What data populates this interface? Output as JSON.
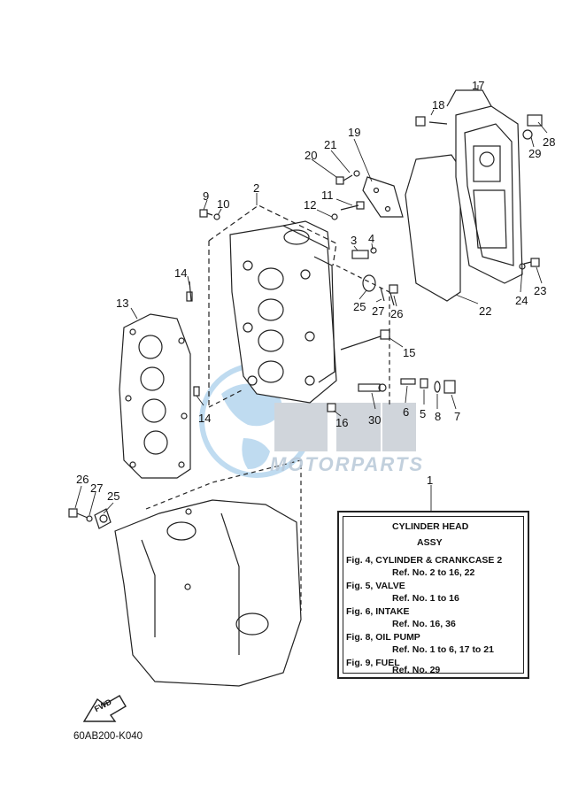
{
  "callouts": [
    "1",
    "2",
    "3",
    "4",
    "5",
    "6",
    "7",
    "8",
    "9",
    "10",
    "11",
    "12",
    "13",
    "14",
    "14",
    "15",
    "16",
    "17",
    "18",
    "19",
    "20",
    "21",
    "22",
    "23",
    "24",
    "25",
    "25",
    "26",
    "26",
    "27",
    "27",
    "28",
    "29",
    "30"
  ],
  "info_box": {
    "title": "CYLINDER HEAD",
    "subtitle": "ASSY",
    "lines": [
      "Fig. 4, CYLINDER & CRANKCASE 2",
      "Ref. No. 2 to 16, 22",
      "Fig. 5, VALVE",
      "Ref. No. 1 to 16",
      "Fig. 6, INTAKE",
      "Ref. No. 16, 36",
      "Fig. 8, OIL PUMP",
      "Ref. No. 1 to 6, 17 to 21",
      "Fig. 9, FUEL",
      "Ref. No. 29"
    ]
  },
  "fwd_label": "FWD",
  "drawing_code": "60AB200-K040",
  "watermark": "MOTORPARTS",
  "colors": {
    "line": "#222222",
    "watermark": "#9fc3e0"
  }
}
